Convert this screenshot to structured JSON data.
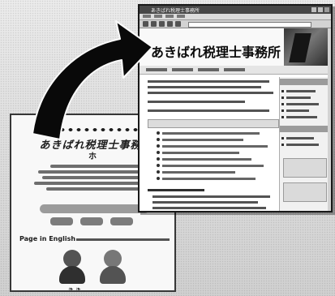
{
  "old_page": {
    "title": "あきばれ税理士事務所",
    "subtitle": "ホ",
    "english_link": "Page in English",
    "footer": "❧ ❧"
  },
  "website": {
    "window_title": "あきばれ税理士事務所",
    "tagline": "",
    "site_title": "あきばれ税理士事務所"
  },
  "icons": {
    "arrow": "curved-arrow-icon",
    "character_left": "person-illustration-icon",
    "character_right": "person-illustration-icon"
  },
  "colors": {
    "ink": "#1e1e1e",
    "paper": "#f1f2f2",
    "background": "#cfd3d6"
  },
  "ghost_text": ""
}
